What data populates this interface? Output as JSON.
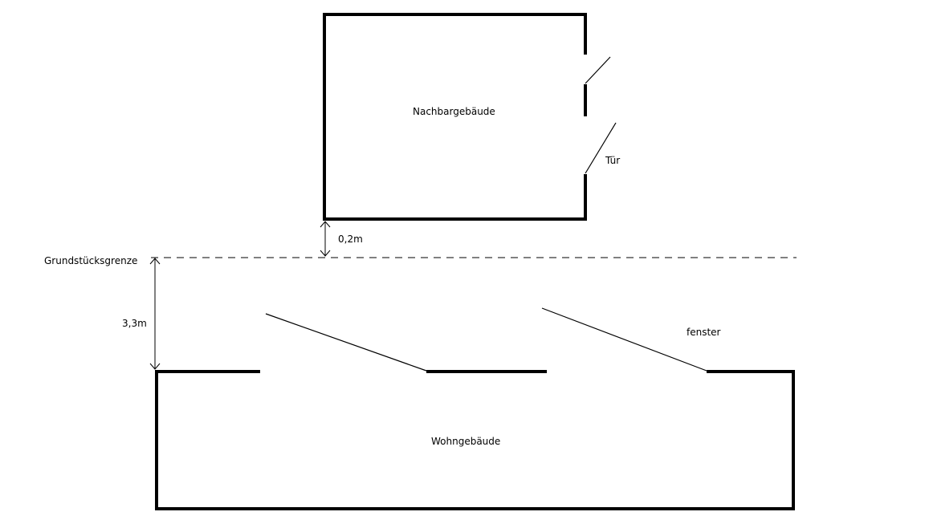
{
  "diagram": {
    "neighbor_building": "Nachbargebäude",
    "door": "Tür",
    "distance_neighbor": "0,2m",
    "property_boundary": "Grundstücksgrenze",
    "distance_house": "3,3m",
    "window": "fenster",
    "residential_building": "Wohngebäude"
  },
  "colors": {
    "stroke": "#000000",
    "background": "#ffffff"
  }
}
